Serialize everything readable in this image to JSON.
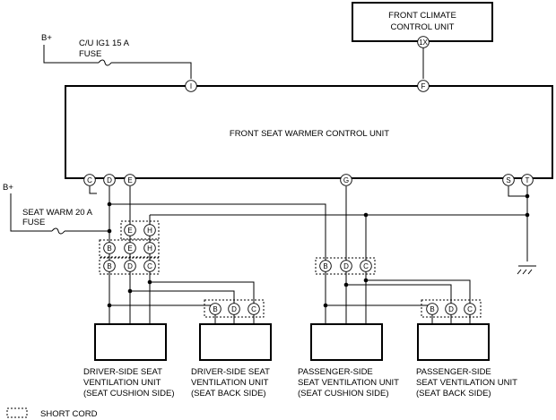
{
  "supply": {
    "b_plus_top": "B+",
    "b_plus_left": "B+"
  },
  "fuses": {
    "cu_ig1": [
      "C/U IG1 15 A",
      "FUSE"
    ],
    "seat_warm": [
      "SEAT WARM 20 A",
      "FUSE"
    ]
  },
  "units": {
    "climate": [
      "FRONT CLIMATE",
      "CONTROL UNIT"
    ],
    "warmer": "FRONT SEAT WARMER CONTROL UNIT",
    "vent": [
      [
        "DRIVER-SIDE SEAT",
        "VENTILATION UNIT",
        "(SEAT CUSHION SIDE)"
      ],
      [
        "DRIVER-SIDE SEAT",
        "VENTILATION UNIT",
        "(SEAT BACK SIDE)"
      ],
      [
        "PASSENGER-SIDE",
        "SEAT VENTILATION UNIT",
        "(SEAT CUSHION SIDE)"
      ],
      [
        "PASSENGER-SIDE",
        "SEAT VENTILATION UNIT",
        "(SEAT BACK SIDE)"
      ]
    ]
  },
  "pins": {
    "climate": "1X",
    "warmer_top": [
      "I",
      "F"
    ],
    "warmer_bottom": [
      "C",
      "D",
      "E",
      "G",
      "S",
      "T"
    ],
    "cord_eh": [
      "E",
      "H"
    ],
    "cord_beh": [
      "B",
      "E",
      "H"
    ],
    "cord_bdc": [
      "B",
      "D",
      "C"
    ]
  },
  "legend": {
    "label": "SHORT CORD"
  }
}
